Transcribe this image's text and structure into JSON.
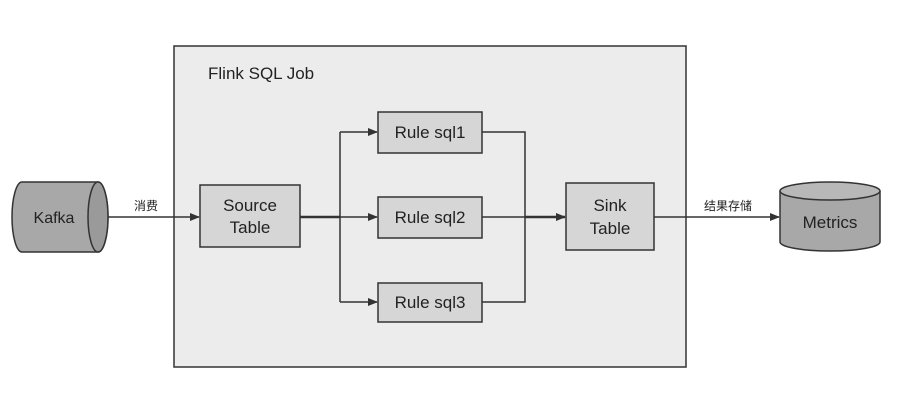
{
  "job": {
    "title": "Flink SQL Job"
  },
  "nodes": {
    "kafka": "Kafka",
    "source": [
      "Source",
      "Table"
    ],
    "rule1": "Rule sql1",
    "rule2": "Rule sql2",
    "rule3": "Rule sql3",
    "sink": [
      "Sink",
      "Table"
    ],
    "metrics": "Metrics"
  },
  "edges": {
    "consume": "消费",
    "store": "结果存储"
  },
  "colors": {
    "box_fill": "#d6d6d6",
    "job_fill": "#ececec",
    "cylinder_fill": "#a8a8a8",
    "stroke": "#333333"
  }
}
